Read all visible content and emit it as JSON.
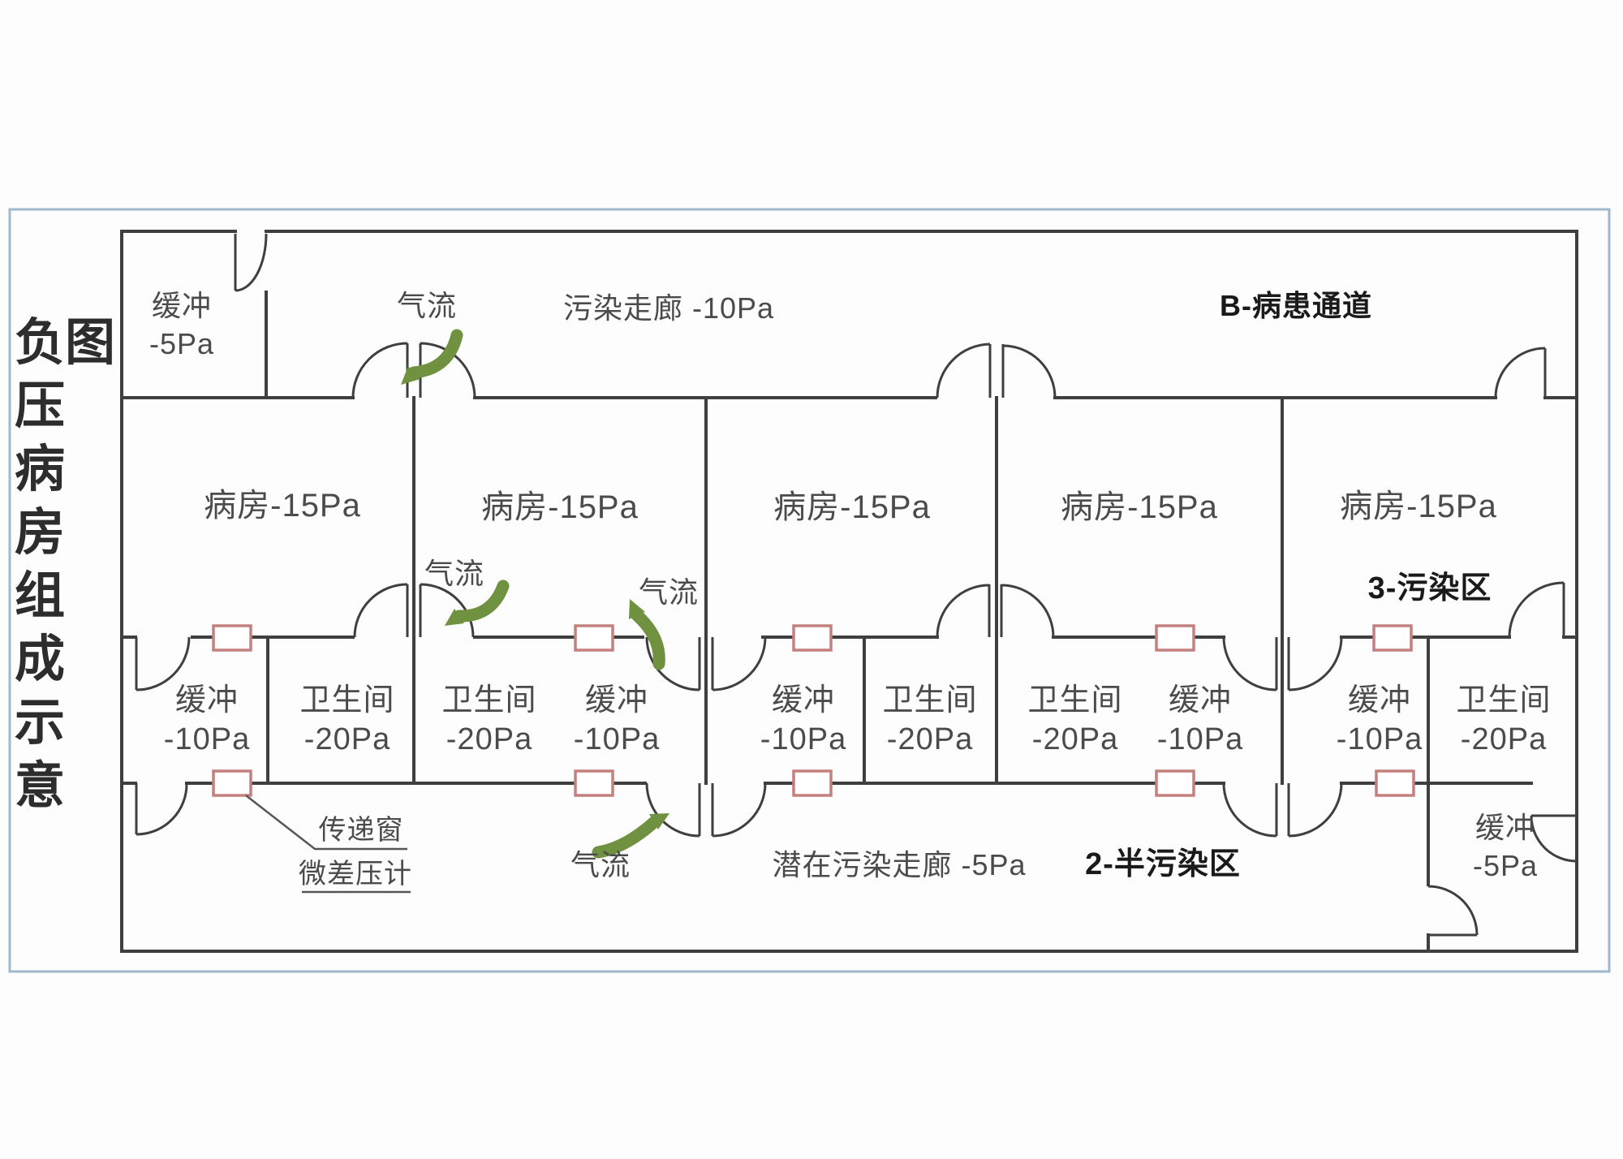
{
  "title": {
    "text": "负压病房组成示意图"
  },
  "corridors": {
    "top": "污染走廊 -10Pa",
    "bottom": "潜在污染走廊 -5Pa"
  },
  "zones": {
    "patient_channel": "B-病患通道",
    "contaminated": "3-污染区",
    "semi_contaminated": "2-半污染区"
  },
  "buffer_top_left": {
    "name": "缓冲",
    "pressure": "-5Pa"
  },
  "buffer_bottom_right": {
    "name": "缓冲",
    "pressure": "-5Pa"
  },
  "wards": [
    {
      "label": "病房-15Pa"
    },
    {
      "label": "病房-15Pa"
    },
    {
      "label": "病房-15Pa"
    },
    {
      "label": "病房-15Pa"
    },
    {
      "label": "病房-15Pa"
    }
  ],
  "cells": [
    {
      "name": "缓冲",
      "pressure": "-10Pa"
    },
    {
      "name": "卫生间",
      "pressure": "-20Pa"
    },
    {
      "name": "卫生间",
      "pressure": "-20Pa"
    },
    {
      "name": "缓冲",
      "pressure": "-10Pa"
    },
    {
      "name": "缓冲",
      "pressure": "-10Pa"
    },
    {
      "name": "卫生间",
      "pressure": "-20Pa"
    },
    {
      "name": "卫生间",
      "pressure": "-20Pa"
    },
    {
      "name": "缓冲",
      "pressure": "-10Pa"
    },
    {
      "name": "缓冲",
      "pressure": "-10Pa"
    },
    {
      "name": "卫生间",
      "pressure": "-20Pa"
    }
  ],
  "airflow": {
    "label": "气流"
  },
  "annotations": {
    "transfer_window": "传递窗",
    "pressure_gauge": "微差压计"
  },
  "colors": {
    "wall": "#3f3f3f",
    "frame": "#9fb9ca",
    "arrow": "#6f9140",
    "transfer_window": "#c47f7f",
    "text": "#4b4b4b",
    "bold_text": "#1a1a1a"
  }
}
